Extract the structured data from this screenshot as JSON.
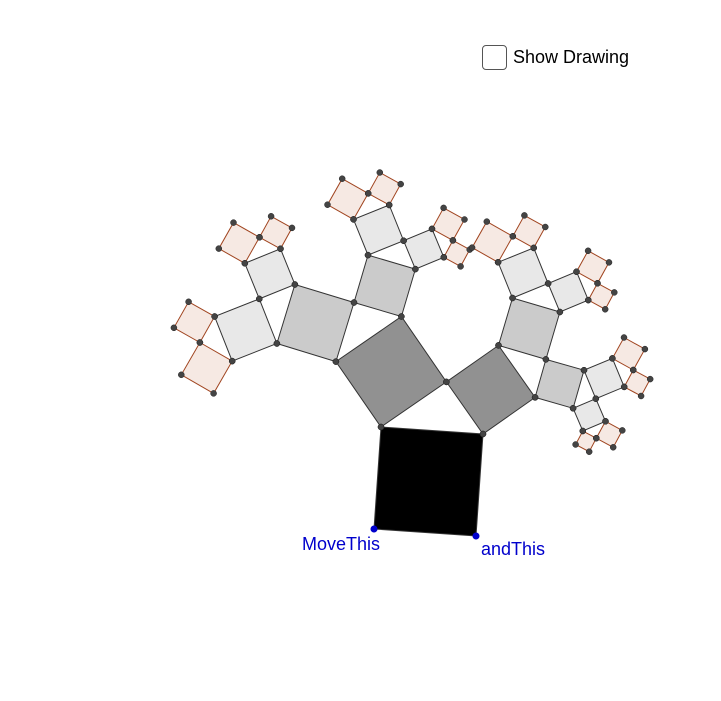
{
  "controls": {
    "show_drawing_label": "Show Drawing",
    "show_drawing_checked": false
  },
  "points": {
    "move_label": "MoveThis",
    "and_label": "andThis"
  },
  "colors": {
    "label": "#0000cc",
    "trunk": "#000000",
    "dark_gray": "#919191",
    "mid_gray": "#cbcbcb",
    "light_gray": "#e8e8e8",
    "leaf_fill": "#f6e9e3",
    "leaf_stroke": "#a0441f",
    "vertex": "#444444"
  }
}
